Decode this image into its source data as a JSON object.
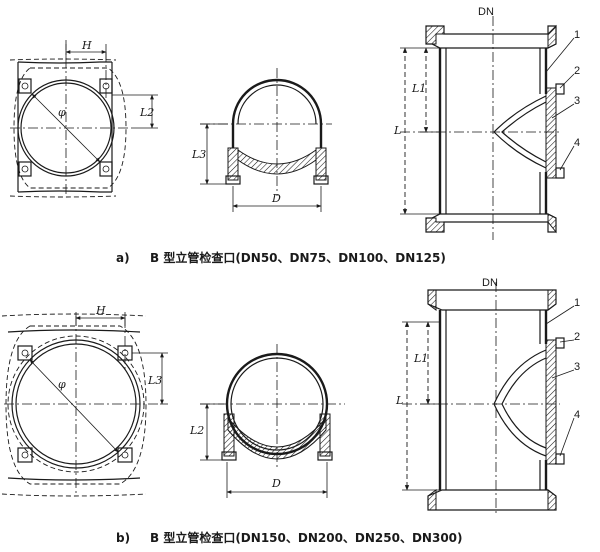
{
  "figure_a": {
    "prefix": "a)",
    "caption": "B 型立管检查口(DN50、DN75、DN100、DN125)",
    "labels": {
      "H": "H",
      "phi": "φ",
      "L2": "L2",
      "L3": "L3",
      "D": "D",
      "DN": "DN",
      "L": "L",
      "L1": "L1"
    },
    "parts": [
      "1",
      "2",
      "3",
      "4"
    ]
  },
  "figure_b": {
    "prefix": "b)",
    "caption": "B 型立管检查口(DN150、DN200、DN250、DN300)",
    "labels": {
      "H": "H",
      "phi": "φ",
      "L3": "L3",
      "L2": "L2",
      "D": "D",
      "DN": "DN",
      "L": "L",
      "L1": "L1"
    },
    "parts": [
      "1",
      "2",
      "3",
      "4"
    ]
  }
}
